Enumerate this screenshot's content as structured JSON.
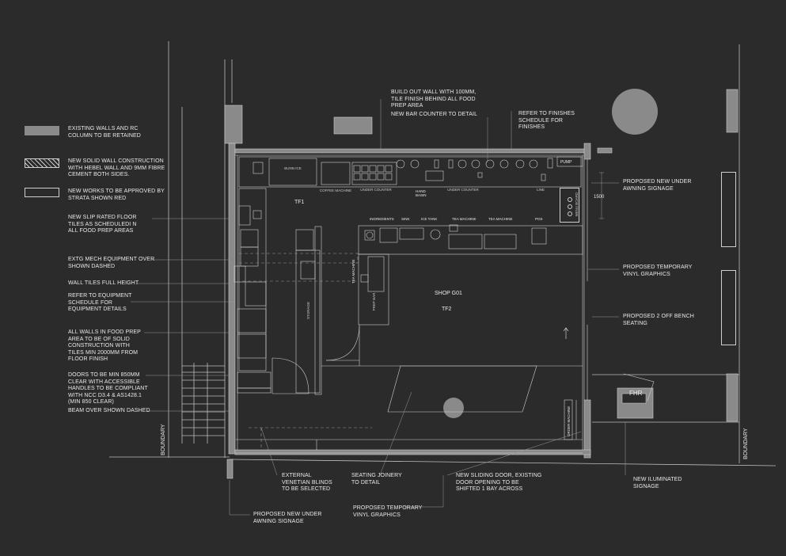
{
  "legend": {
    "existing": "EXISTING WALLS AND RC\nCOLUMN TO BE RETAINED",
    "new_solid": "NEW SOLID WALL CONSTRUCTION\nWITH HEBEL WALL AND 9MM FIBRE\nCEMENT BOTH SIDES.",
    "new_works": "NEW WORKS TO BE APPROVED BY\nSTRATA SHOWN RED"
  },
  "notes_left": [
    "NEW SLIP RATED FLOOR\nTILES AS SCHEDULEDI N\nALL FOOD PREP AREAS",
    "EXTG MECH EQUIPMENT  OVER\nSHOWN DASHED",
    "WALL TILES FULL HEIGHT",
    "REFER TO EQUIPMENT\nSCHEDULE FOR\nEQUIPMENT DETAILS",
    "ALL WALLS IN FOOD PREP\nAREA TO BE OF SOLID\nCONSTRUCTION WITH\nTILES MIN 2000MM FROM\nFLOOR FINISH",
    "DOORS TO BE MIN 850MM\nCLEAR WITH ACCESSIBLE\nHANDLES  TO BE COMPLIANT\nWITH NCC D3.4 & AS1428.1\n(MIN 850 CLEAR)",
    "BEAM OVER SHOWN DASHED"
  ],
  "notes_top": {
    "build_out": "BUILD OUT WALL WITH 100MM,\nTILE FINISH BEHIND ALL FOOD\nPREP AREA",
    "bar_counter": "NEW BAR COUNTER TO DETAIL",
    "finishes": "REFER TO FINISHES\nSCHEDULE FOR\nFINISHES"
  },
  "notes_right": {
    "awning_signage": "PROPOSED NEW UNDER\nAWNING SIGNAGE",
    "vinyl_right": "PROPOSED TEMPORARY\nVINYL GRAPHICS",
    "bench": "PROPOSED 2 OFF BENCH\nSEATING",
    "illuminated": "NEW ILUMINATED\nSIGNAGE"
  },
  "notes_bottom": {
    "blinds": "EXTERNAL\nVENETIAN BLINDS\nTO BE SELECTED",
    "joinery": "SEATING JOINERY\nTO DETAIL",
    "sliding": "NEW SLIDING DOOR, EXISTING\nDOOR OPENING TO BE\nSHIFTED 1 BAY ACROSS",
    "awning_bottom": "PROPOSED NEW UNDER\nAWNING SIGNAGE",
    "vinyl_bottom": "PROPOSED TEMPORARY\nVINYL GRAPHICS"
  },
  "plan_labels": {
    "tf1": "TF1",
    "tf2": "TF2",
    "shop": "SHOP G01",
    "fhr": "FHR",
    "dim": "1500",
    "boundary_left": "BOUNDARY",
    "boundary_right": "BOUNDARY",
    "ingredients": "INGREDIENTS",
    "sink": "SINK",
    "ice_tank": "ICE TANK",
    "tea_machine_1": "TEA MACHINE",
    "tea_machine_2": "TEA MACHINE",
    "pos": "POS",
    "pump": "PUMP",
    "hand_basin": "HAND\nBASIN",
    "tea_machine_v": "TEA MACHINE",
    "order_machine": "ORDER MACHINE"
  },
  "colors": {
    "background": "#2b2b2b",
    "linework": "#cfcfcf",
    "existing_fill": "#8a8a8a",
    "text": "#e8e8e8"
  }
}
